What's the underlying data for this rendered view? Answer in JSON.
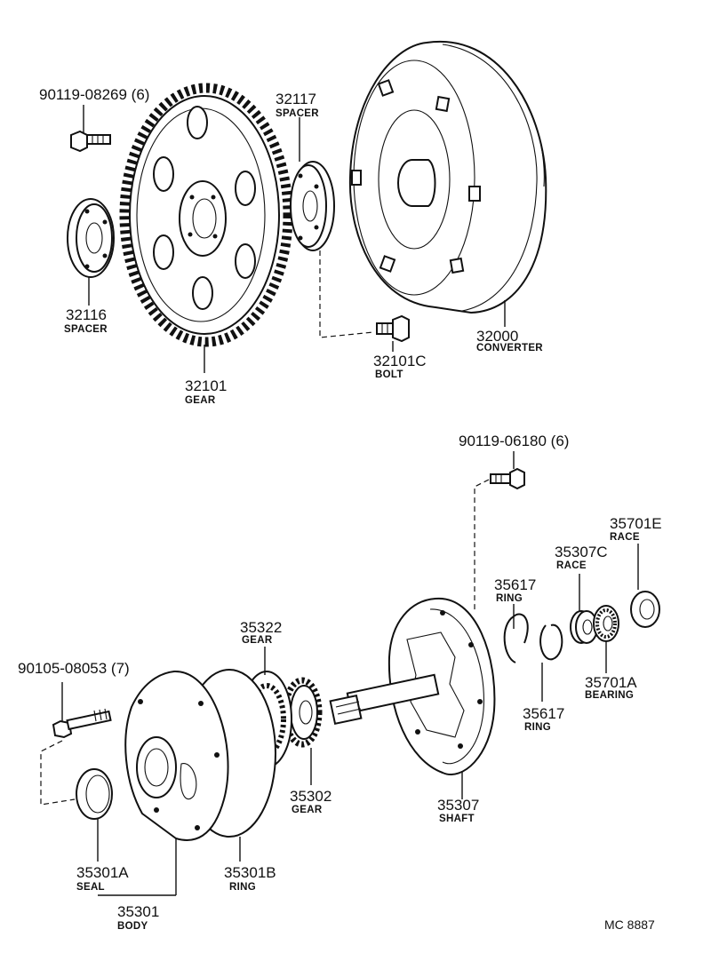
{
  "parts": {
    "bolt_90119_08269": {
      "number": "90119-08269 (6)"
    },
    "spacer_32117": {
      "number": "32117",
      "name": "SPACER"
    },
    "spacer_32116": {
      "number": "32116",
      "name": "SPACER"
    },
    "gear_32101": {
      "number": "32101",
      "name": "GEAR"
    },
    "bolt_32101c": {
      "number": "32101C",
      "name": "BOLT"
    },
    "converter_32000": {
      "number": "32000",
      "name": "CONVERTER"
    },
    "bolt_90119_06180": {
      "number": "90119-06180 (6)"
    },
    "race_35701e": {
      "number": "35701E",
      "name": "RACE"
    },
    "race_35307c": {
      "number": "35307C",
      "name": "RACE"
    },
    "ring_35617_upper": {
      "number": "35617",
      "name": "RING"
    },
    "gear_35322": {
      "number": "35322",
      "name": "GEAR"
    },
    "bolt_90105_08053": {
      "number": "90105-08053 (7)"
    },
    "bearing_35701a": {
      "number": "35701A",
      "name": "BEARING"
    },
    "ring_35617_lower": {
      "number": "35617",
      "name": "RING"
    },
    "gear_35302": {
      "number": "35302",
      "name": "GEAR"
    },
    "shaft_35307": {
      "number": "35307",
      "name": "SHAFT"
    },
    "seal_35301a": {
      "number": "35301A",
      "name": "SEAL"
    },
    "ring_35301b": {
      "number": "35301B",
      "name": "RING"
    },
    "body_35301": {
      "number": "35301",
      "name": "BODY"
    }
  },
  "diagram_code": "MC 8887"
}
